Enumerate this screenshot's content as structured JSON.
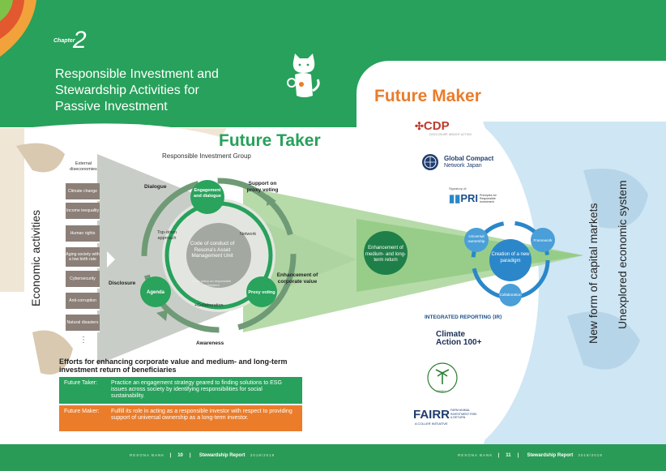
{
  "header": {
    "chapter_word": "Chapter",
    "chapter_num": "2",
    "title_line1": "Responsible Investment and",
    "title_line2": "Stewardship Activities for",
    "title_line3": "Passive Investment"
  },
  "future_taker": {
    "title": "Future Taker",
    "group": "Responsible Investment Group",
    "external_label": "External diseconomies",
    "issues": [
      "Climate change",
      "Income inequality",
      "Human rights",
      "Aging society with a low birth rate",
      "Cybersecurity",
      "Anti-corruption",
      "Natural disasters"
    ],
    "ellipsis": "⋮",
    "economic_activities": "Economic activities",
    "dialogue": "Dialogue",
    "support_proxy": "Support on proxy voting",
    "disclosure": "Disclosure",
    "awareness": "Awareness",
    "enhancement_corp": "Enhancement of corporate value",
    "network": "Network",
    "top_down": "Top-down approach",
    "collaboration_small": "+Collaboration",
    "basic_policy": "Basic policy on responsible investment",
    "engagement": "Engagement and dialogue",
    "agenda": "Agenda",
    "proxy_voting": "Proxy voting",
    "code": "Code of conduct of Resona's Asset Management Unit",
    "enhancement_return": "Enhancement of medium- and long-term return"
  },
  "future_maker": {
    "title": "Future Maker",
    "cdp": "CDP",
    "cdp_sub": "DISCLOSURE INSIGHT ACTION",
    "gcnj_line1": "Global Compact",
    "gcnj_line2": "Network Japan",
    "pri_signatory": "Signatory of:",
    "pri": "PRI",
    "pri_sub": "Principles for Responsible Investment",
    "universal": "Universal ownership",
    "framework": "Framework",
    "paradigm": "Creation of a new paradigm",
    "collaboration": "Collaboration",
    "ir": "INTEGRATED REPORTING ⟨IR⟩",
    "climate_line1": "Climate",
    "climate_line2": "Action 100+",
    "rspo": "RSPO",
    "fairr": "FAIRR",
    "fairr_sub": "A COLLER INITIATIVE",
    "fairr_side": "FARM ANIMAL INVESTMENT RISK & RETURN",
    "new_form": "New form of capital markets",
    "unexplored": "Unexplored economic system"
  },
  "efforts": {
    "heading": "Efforts for enhancing corporate value and medium- and long-term investment return of beneficiaries",
    "taker_key": "Future Taker:",
    "taker_text": "Practice an engagement strategy geared to finding solutions to ESG issues across society by identifying responsibilities for social sustainability.",
    "maker_key": "Future Maker:",
    "maker_text": "Fulfill its role in acting as a responsible investor with respect to providing support of universal ownership as a long-term investor."
  },
  "footer": {
    "left_brand": "RESONA BANK",
    "left_page": "10",
    "left_report": "Stewardship Report",
    "left_year": "2018/2019",
    "right_brand": "RESONA BANK",
    "right_page": "11",
    "right_report": "Stewardship Report",
    "right_year": "2018/2019"
  },
  "colors": {
    "green": "#27a15b",
    "orange": "#ea7c2a",
    "dark_green": "#1f7f48",
    "light_green": "#a9d59a",
    "grey": "#8b7f77",
    "blue": "#2b87c9",
    "sky": "#cfe6f4"
  }
}
